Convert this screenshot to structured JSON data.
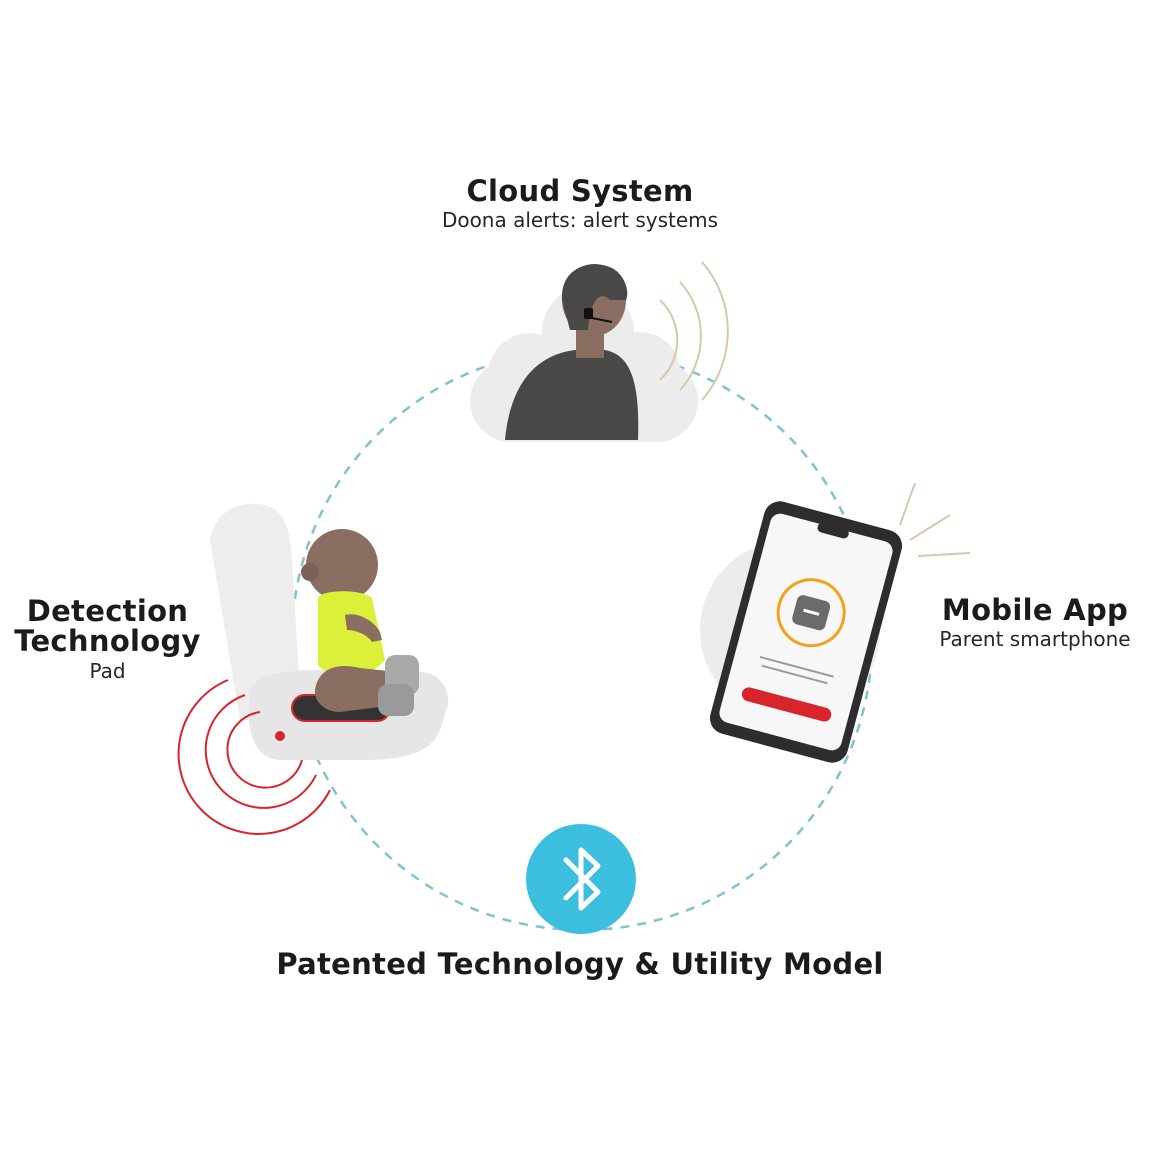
{
  "colors": {
    "connector": "#7fc3cf",
    "bluetooth": "#3cbfdf",
    "alert_red": "#d8242b",
    "accent_orange": "#f2a21c",
    "vest_yellow": "#dcf03a",
    "skin": "#8a6e62",
    "cloud_gray": "#ececec",
    "dark": "#2d2d2d"
  },
  "nodes": {
    "cloud": {
      "title": "Cloud System",
      "subtitle": "Doona alerts: alert systems",
      "icon": "operator-headset-icon"
    },
    "detection": {
      "title_line1": "Detection",
      "title_line2": "Technology",
      "subtitle": "Pad",
      "icon": "car-seat-baby-icon"
    },
    "mobile": {
      "title": "Mobile App",
      "subtitle": "Parent smartphone",
      "icon": "smartphone-icon"
    },
    "connection": {
      "title": "Patented Technology & Utility Model",
      "icon": "bluetooth-icon"
    }
  }
}
